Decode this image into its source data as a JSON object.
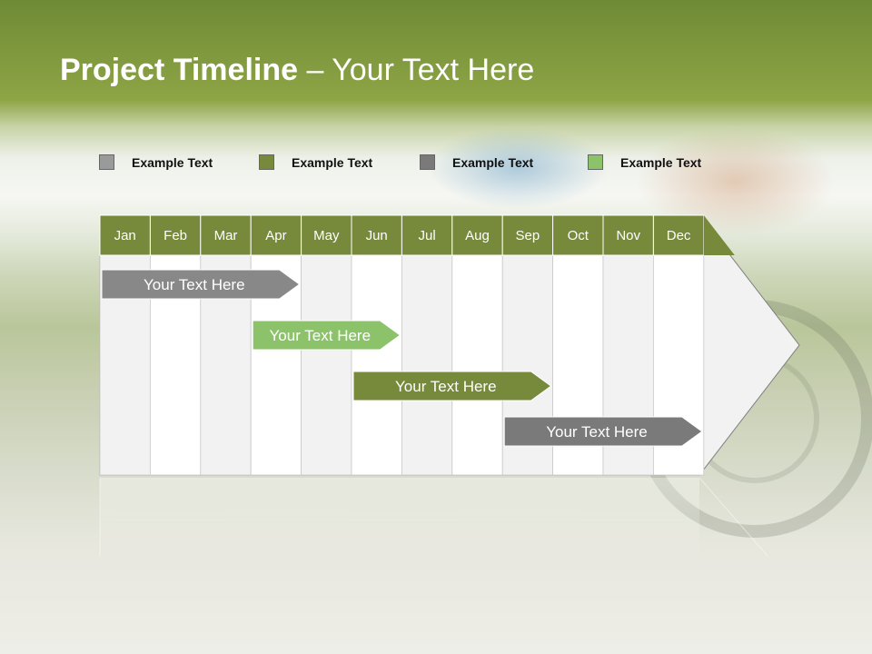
{
  "slide": {
    "title_bold": "Project Timeline",
    "title_rest": " – Your Text Here"
  },
  "legend": [
    {
      "label": "Example Text",
      "color": "#9a9a9a"
    },
    {
      "label": "Example Text",
      "color": "#77893a"
    },
    {
      "label": "Example Text",
      "color": "#7a7a7a"
    },
    {
      "label": "Example Text",
      "color": "#8cc36a"
    }
  ],
  "timeline": {
    "months": [
      "Jan",
      "Feb",
      "Mar",
      "Apr",
      "May",
      "Jun",
      "Jul",
      "Aug",
      "Sep",
      "Oct",
      "Nov",
      "Dec"
    ],
    "header_color": "#77893a",
    "tasks": [
      {
        "label": "Your  Text Here",
        "start_month": 1.0,
        "end_month": 4.0,
        "color": "#888888"
      },
      {
        "label": "Your  Text Here",
        "start_month": 4.0,
        "end_month": 6.0,
        "color": "#8cc36a"
      },
      {
        "label": "Your  Text Here",
        "start_month": 6.0,
        "end_month": 9.0,
        "color": "#77893a"
      },
      {
        "label": "Your  Text Here",
        "start_month": 9.0,
        "end_month": 12.0,
        "color": "#7a7a7a"
      }
    ]
  }
}
